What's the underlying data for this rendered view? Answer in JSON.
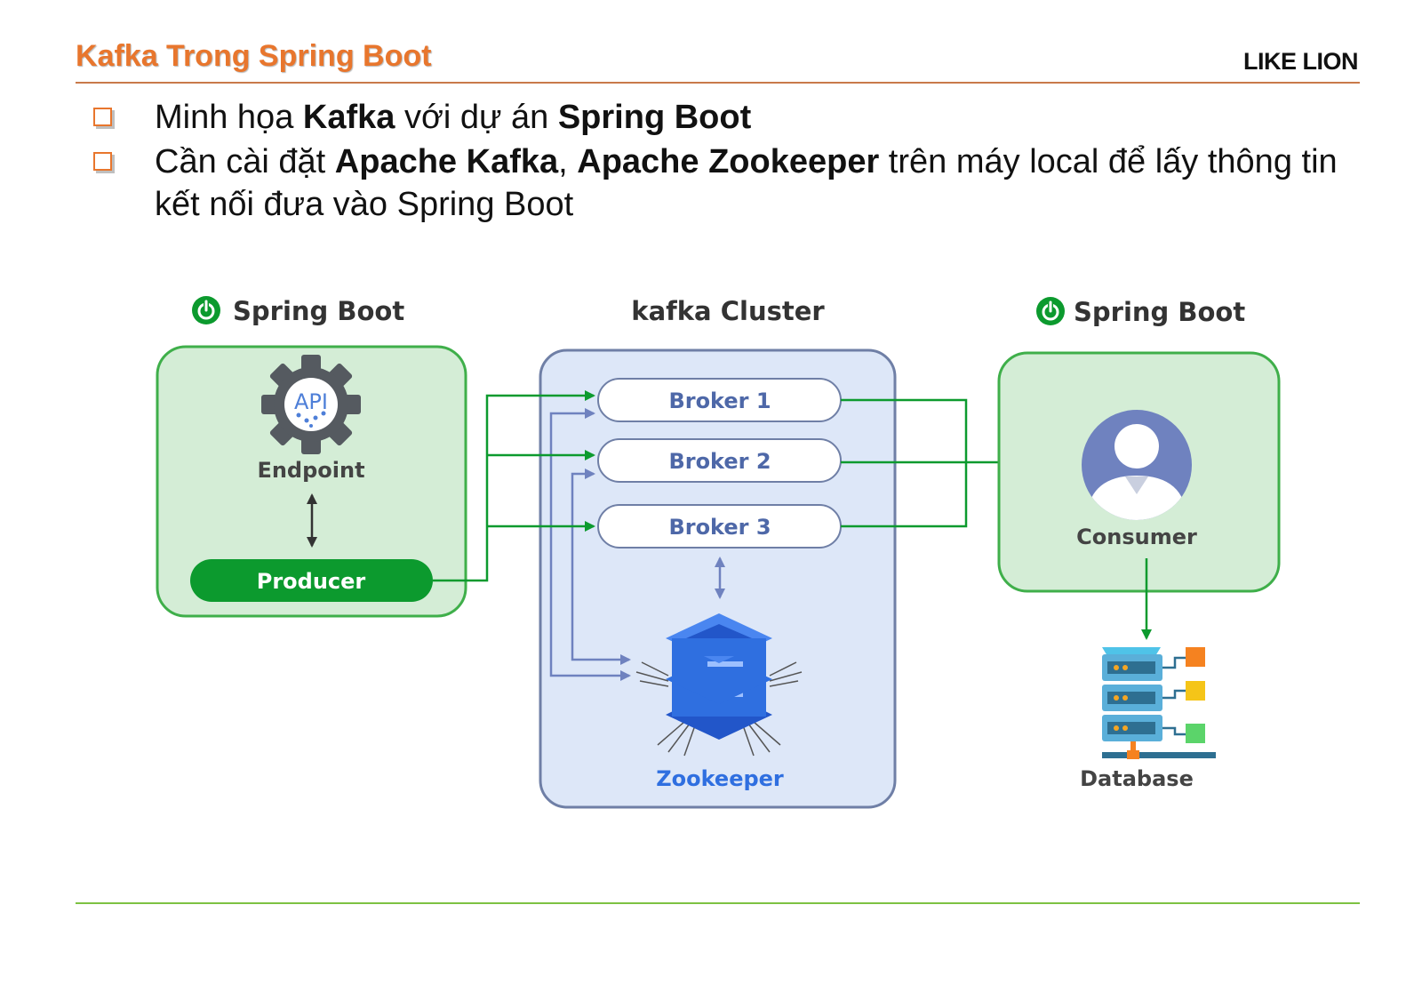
{
  "header": {
    "title": "Kafka Trong Spring Boot",
    "brand": "LIKE LION"
  },
  "bullets": [
    {
      "parts": [
        {
          "text": "Minh họa ",
          "bold": false
        },
        {
          "text": "Kafka",
          "bold": true
        },
        {
          "text": " với dự án ",
          "bold": false
        },
        {
          "text": "Spring Boot",
          "bold": true
        }
      ]
    },
    {
      "parts": [
        {
          "text": "Cần cài đặt ",
          "bold": false
        },
        {
          "text": "Apache Kafka",
          "bold": true
        },
        {
          "text": ", ",
          "bold": false
        },
        {
          "text": "Apache Zookeeper",
          "bold": true
        },
        {
          "text": " trên máy local để lấy thông tin kết nối đưa vào Spring Boot",
          "bold": false
        }
      ]
    }
  ],
  "diagram": {
    "producer_app": {
      "title": "Spring Boot",
      "icon": "power-icon",
      "endpoint_icon_text": "API",
      "endpoint_label": "Endpoint",
      "producer_label": "Producer"
    },
    "cluster": {
      "title": "kafka Cluster",
      "brokers": [
        "Broker 1",
        "Broker 2",
        "Broker 3"
      ],
      "zookeeper_label": "Zookeeper"
    },
    "consumer_app": {
      "title": "Spring Boot",
      "icon": "power-icon",
      "consumer_label": "Consumer"
    },
    "database_label": "Database",
    "colors": {
      "spring_green": "#0C9A2E",
      "panel_green_fill": "#D4EDD6",
      "panel_green_border": "#3FAF4A",
      "cluster_fill": "#DDE7F8",
      "cluster_border": "#6F7FA6",
      "broker_text": "#4E68A8",
      "zookeeper_blue": "#2F6FE0",
      "consumer_avatar": "#6F82BF",
      "title_orange": "#E8762D"
    }
  }
}
